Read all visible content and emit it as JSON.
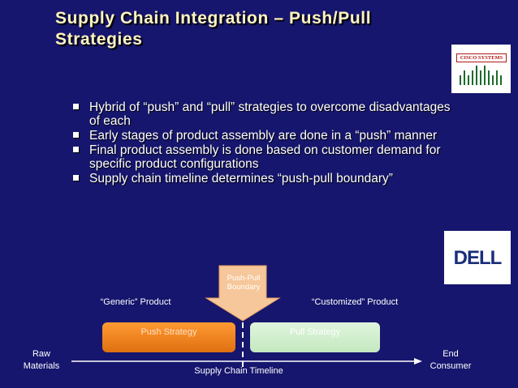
{
  "slide": {
    "title": "Supply Chain Integration – Push/Pull Strategies",
    "bullets": [
      "Hybrid of “push” and “pull” strategies to overcome disadvantages of each",
      "Early stages of product assembly are done in a “push” manner",
      "Final product assembly is done based on customer demand for specific product configurations",
      "Supply chain timeline determines “push-pull boundary”"
    ],
    "logos": {
      "cisco": "CISCO SYSTEMS",
      "dell": "DELL"
    }
  },
  "diagram": {
    "boundary_label": "Push-Pull Boundary",
    "generic_label": "“Generic” Product",
    "customized_label": "“Customized” Product",
    "push_box": "Push Strategy",
    "pull_box": "Pull Strategy",
    "start_label": "Raw Materials",
    "end_label": "End Consumer",
    "axis_label": "Supply Chain Timeline"
  },
  "colors": {
    "background": "#16166e",
    "title": "#fff4c0",
    "push": "#f08a24",
    "pull": "#d4efd0",
    "arrow": "#f6c79a"
  }
}
